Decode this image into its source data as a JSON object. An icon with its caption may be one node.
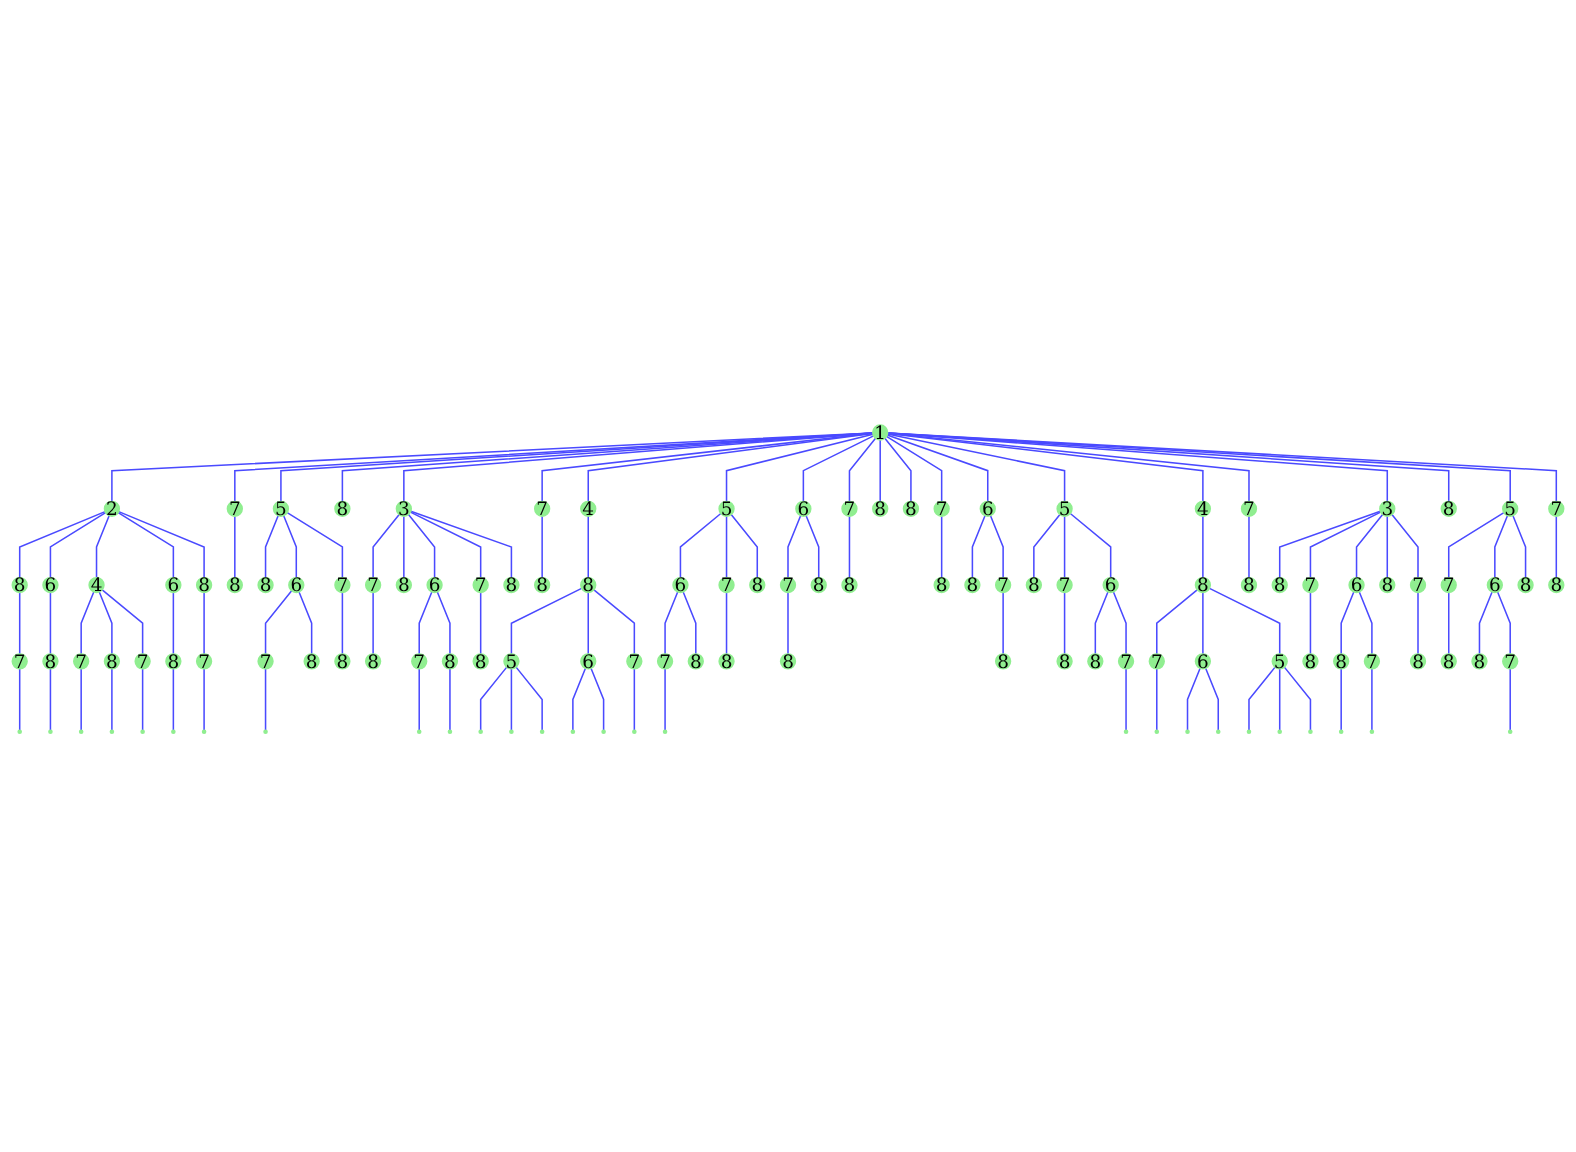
{
  "diagram": {
    "nodes": [
      {
        "text": [
          "1"
        ]
      },
      {
        "text": [
          "2"
        ]
      },
      {
        "text": [
          "8"
        ]
      },
      {
        "text": [
          "7"
        ]
      },
      {
        "text": [],
        "shape": "circle"
      },
      {
        "text": [
          "6"
        ]
      },
      {
        "text": [
          "8"
        ]
      },
      {
        "text": [],
        "shape": "circle"
      },
      {
        "text": [
          "4"
        ]
      },
      {
        "text": [
          "7"
        ]
      },
      {
        "text": [],
        "shape": "circle"
      },
      {
        "text": [
          "8"
        ]
      },
      {
        "text": [],
        "shape": "circle"
      },
      {
        "text": [
          "7"
        ]
      },
      {
        "text": [],
        "shape": "circle"
      },
      {
        "text": [
          "6"
        ]
      },
      {
        "text": [
          "8"
        ]
      },
      {
        "text": [],
        "shape": "circle"
      },
      {
        "text": [
          "8"
        ]
      },
      {
        "text": [
          "7"
        ]
      },
      {
        "text": [],
        "shape": "circle"
      },
      {
        "text": [
          "7"
        ]
      },
      {
        "text": [
          "8"
        ]
      },
      {
        "text": [
          "5"
        ]
      },
      {
        "text": [
          "8"
        ]
      },
      {
        "text": [
          "6"
        ]
      },
      {
        "text": [
          "7"
        ]
      },
      {
        "text": [],
        "shape": "circle"
      },
      {
        "text": [
          "8"
        ]
      },
      {
        "text": [
          "7"
        ]
      },
      {
        "text": [
          "8"
        ]
      },
      {
        "text": [
          "8"
        ]
      },
      {
        "text": [
          "3"
        ]
      },
      {
        "text": [
          "7"
        ]
      },
      {
        "text": [
          "8"
        ]
      },
      {
        "text": [
          "8"
        ]
      },
      {
        "text": [
          "6"
        ]
      },
      {
        "text": [
          "7"
        ]
      },
      {
        "text": [],
        "shape": "circle"
      },
      {
        "text": [
          "8"
        ]
      },
      {
        "text": [],
        "shape": "circle"
      },
      {
        "text": [
          "7"
        ]
      },
      {
        "text": [
          "8"
        ]
      },
      {
        "text": [
          "8"
        ]
      },
      {
        "text": [
          "7"
        ]
      },
      {
        "text": [
          "8"
        ]
      },
      {
        "text": [
          "4"
        ]
      },
      {
        "text": [
          "8"
        ]
      },
      {
        "text": [
          "5"
        ]
      },
      {
        "text": [],
        "shape": "circle"
      },
      {
        "text": [],
        "shape": "circle"
      },
      {
        "text": [],
        "shape": "circle"
      },
      {
        "text": [
          "6"
        ]
      },
      {
        "text": [],
        "shape": "circle"
      },
      {
        "text": [],
        "shape": "circle"
      },
      {
        "text": [
          "7"
        ]
      },
      {
        "text": [],
        "shape": "circle"
      },
      {
        "text": [
          "5"
        ]
      },
      {
        "text": [
          "6"
        ]
      },
      {
        "text": [
          "7"
        ]
      },
      {
        "text": [],
        "shape": "circle"
      },
      {
        "text": [
          "8"
        ]
      },
      {
        "text": [
          "7"
        ]
      },
      {
        "text": [
          "8"
        ]
      },
      {
        "text": [
          "8"
        ]
      },
      {
        "text": [
          "6"
        ]
      },
      {
        "text": [
          "7"
        ]
      },
      {
        "text": [
          "8"
        ]
      },
      {
        "text": [
          "8"
        ]
      },
      {
        "text": [
          "7"
        ]
      },
      {
        "text": [
          "8"
        ]
      },
      {
        "text": [
          "8"
        ]
      },
      {
        "text": [
          "8"
        ]
      },
      {
        "text": [
          "7"
        ]
      },
      {
        "text": [
          "8"
        ]
      },
      {
        "text": [
          "6"
        ]
      },
      {
        "text": [
          "8"
        ]
      },
      {
        "text": [
          "7"
        ]
      },
      {
        "text": [
          "8"
        ]
      },
      {
        "text": [
          "5"
        ]
      },
      {
        "text": [
          "8"
        ]
      },
      {
        "text": [
          "7"
        ]
      },
      {
        "text": [
          "8"
        ]
      },
      {
        "text": [
          "6"
        ]
      },
      {
        "text": [
          "8"
        ]
      },
      {
        "text": [
          "7"
        ]
      },
      {
        "text": [],
        "shape": "circle"
      },
      {
        "text": [
          "4"
        ]
      },
      {
        "text": [
          "8"
        ]
      },
      {
        "text": [
          "7"
        ]
      },
      {
        "text": [],
        "shape": "circle"
      },
      {
        "text": [
          "6"
        ]
      },
      {
        "text": [],
        "shape": "circle"
      },
      {
        "text": [],
        "shape": "circle"
      },
      {
        "text": [
          "5"
        ]
      },
      {
        "text": [],
        "shape": "circle"
      },
      {
        "text": [],
        "shape": "circle"
      },
      {
        "text": [],
        "shape": "circle"
      },
      {
        "text": [
          "7"
        ]
      },
      {
        "text": [
          "8"
        ]
      },
      {
        "text": [
          "3"
        ]
      },
      {
        "text": [
          "8"
        ]
      },
      {
        "text": [
          "7"
        ]
      },
      {
        "text": [
          "8"
        ]
      },
      {
        "text": [
          "6"
        ]
      },
      {
        "text": [
          "8"
        ]
      },
      {
        "text": [],
        "shape": "circle"
      },
      {
        "text": [
          "7"
        ]
      },
      {
        "text": [],
        "shape": "circle"
      },
      {
        "text": [
          "8"
        ]
      },
      {
        "text": [
          "7"
        ]
      },
      {
        "text": [
          "8"
        ]
      },
      {
        "text": [
          "8"
        ]
      },
      {
        "text": [
          "5"
        ]
      },
      {
        "text": [
          "7"
        ]
      },
      {
        "text": [
          "8"
        ]
      },
      {
        "text": [
          "6"
        ]
      },
      {
        "text": [
          "8"
        ]
      },
      {
        "text": [
          "7"
        ]
      },
      {
        "text": [],
        "shape": "circle"
      },
      {
        "text": [
          "8"
        ]
      },
      {
        "text": [
          "7"
        ]
      },
      {
        "text": [
          "8"
        ]
      }
    ],
    "edges": [
      {
        "from": 0,
        "to": 1,
        "arrow": "none"
      },
      {
        "from": 1,
        "to": 2,
        "arrow": "none"
      },
      {
        "from": 2,
        "to": 3,
        "arrow": "none"
      },
      {
        "from": 3,
        "to": 4,
        "arrow": "none"
      },
      {
        "from": 1,
        "to": 5,
        "arrow": "none"
      },
      {
        "from": 5,
        "to": 6,
        "arrow": "none"
      },
      {
        "from": 6,
        "to": 7,
        "arrow": "none"
      },
      {
        "from": 1,
        "to": 8,
        "arrow": "none"
      },
      {
        "from": 8,
        "to": 9,
        "arrow": "none"
      },
      {
        "from": 9,
        "to": 10,
        "arrow": "none"
      },
      {
        "from": 8,
        "to": 11,
        "arrow": "none"
      },
      {
        "from": 11,
        "to": 12,
        "arrow": "none"
      },
      {
        "from": 8,
        "to": 13,
        "arrow": "none"
      },
      {
        "from": 13,
        "to": 14,
        "arrow": "none"
      },
      {
        "from": 1,
        "to": 15,
        "arrow": "none"
      },
      {
        "from": 15,
        "to": 16,
        "arrow": "none"
      },
      {
        "from": 16,
        "to": 17,
        "arrow": "none"
      },
      {
        "from": 1,
        "to": 18,
        "arrow": "none"
      },
      {
        "from": 18,
        "to": 19,
        "arrow": "none"
      },
      {
        "from": 19,
        "to": 20,
        "arrow": "none"
      },
      {
        "from": 0,
        "to": 21,
        "arrow": "none"
      },
      {
        "from": 21,
        "to": 22,
        "arrow": "none"
      },
      {
        "from": 0,
        "to": 23,
        "arrow": "none"
      },
      {
        "from": 23,
        "to": 24,
        "arrow": "none"
      },
      {
        "from": 23,
        "to": 25,
        "arrow": "none"
      },
      {
        "from": 25,
        "to": 26,
        "arrow": "none"
      },
      {
        "from": 26,
        "to": 27,
        "arrow": "none"
      },
      {
        "from": 25,
        "to": 28,
        "arrow": "none"
      },
      {
        "from": 23,
        "to": 29,
        "arrow": "none"
      },
      {
        "from": 29,
        "to": 30,
        "arrow": "none"
      },
      {
        "from": 0,
        "to": 31,
        "arrow": "none"
      },
      {
        "from": 0,
        "to": 32,
        "arrow": "none"
      },
      {
        "from": 32,
        "to": 33,
        "arrow": "none"
      },
      {
        "from": 33,
        "to": 34,
        "arrow": "none"
      },
      {
        "from": 32,
        "to": 35,
        "arrow": "none"
      },
      {
        "from": 32,
        "to": 36,
        "arrow": "none"
      },
      {
        "from": 36,
        "to": 37,
        "arrow": "none"
      },
      {
        "from": 37,
        "to": 38,
        "arrow": "none"
      },
      {
        "from": 36,
        "to": 39,
        "arrow": "none"
      },
      {
        "from": 39,
        "to": 40,
        "arrow": "none"
      },
      {
        "from": 32,
        "to": 41,
        "arrow": "none"
      },
      {
        "from": 41,
        "to": 42,
        "arrow": "none"
      },
      {
        "from": 32,
        "to": 43,
        "arrow": "none"
      },
      {
        "from": 0,
        "to": 44,
        "arrow": "none"
      },
      {
        "from": 44,
        "to": 45,
        "arrow": "none"
      },
      {
        "from": 0,
        "to": 46,
        "arrow": "none"
      },
      {
        "from": 46,
        "to": 47,
        "arrow": "none"
      },
      {
        "from": 47,
        "to": 48,
        "arrow": "none"
      },
      {
        "from": 48,
        "to": 49,
        "arrow": "none"
      },
      {
        "from": 48,
        "to": 50,
        "arrow": "none"
      },
      {
        "from": 48,
        "to": 51,
        "arrow": "none"
      },
      {
        "from": 47,
        "to": 52,
        "arrow": "none"
      },
      {
        "from": 52,
        "to": 53,
        "arrow": "none"
      },
      {
        "from": 52,
        "to": 54,
        "arrow": "none"
      },
      {
        "from": 47,
        "to": 55,
        "arrow": "none"
      },
      {
        "from": 55,
        "to": 56,
        "arrow": "none"
      },
      {
        "from": 0,
        "to": 57,
        "arrow": "none"
      },
      {
        "from": 57,
        "to": 58,
        "arrow": "none"
      },
      {
        "from": 58,
        "to": 59,
        "arrow": "none"
      },
      {
        "from": 59,
        "to": 60,
        "arrow": "none"
      },
      {
        "from": 58,
        "to": 61,
        "arrow": "none"
      },
      {
        "from": 57,
        "to": 62,
        "arrow": "none"
      },
      {
        "from": 62,
        "to": 63,
        "arrow": "none"
      },
      {
        "from": 57,
        "to": 64,
        "arrow": "none"
      },
      {
        "from": 0,
        "to": 65,
        "arrow": "none"
      },
      {
        "from": 65,
        "to": 66,
        "arrow": "none"
      },
      {
        "from": 66,
        "to": 67,
        "arrow": "none"
      },
      {
        "from": 65,
        "to": 68,
        "arrow": "none"
      },
      {
        "from": 0,
        "to": 69,
        "arrow": "none"
      },
      {
        "from": 69,
        "to": 70,
        "arrow": "none"
      },
      {
        "from": 0,
        "to": 71,
        "arrow": "none"
      },
      {
        "from": 0,
        "to": 72,
        "arrow": "none"
      },
      {
        "from": 0,
        "to": 73,
        "arrow": "none"
      },
      {
        "from": 73,
        "to": 74,
        "arrow": "none"
      },
      {
        "from": 0,
        "to": 75,
        "arrow": "none"
      },
      {
        "from": 75,
        "to": 76,
        "arrow": "none"
      },
      {
        "from": 75,
        "to": 77,
        "arrow": "none"
      },
      {
        "from": 77,
        "to": 78,
        "arrow": "none"
      },
      {
        "from": 0,
        "to": 79,
        "arrow": "none"
      },
      {
        "from": 79,
        "to": 80,
        "arrow": "none"
      },
      {
        "from": 79,
        "to": 81,
        "arrow": "none"
      },
      {
        "from": 81,
        "to": 82,
        "arrow": "none"
      },
      {
        "from": 79,
        "to": 83,
        "arrow": "none"
      },
      {
        "from": 83,
        "to": 84,
        "arrow": "none"
      },
      {
        "from": 83,
        "to": 85,
        "arrow": "none"
      },
      {
        "from": 85,
        "to": 86,
        "arrow": "none"
      },
      {
        "from": 0,
        "to": 87,
        "arrow": "none"
      },
      {
        "from": 87,
        "to": 88,
        "arrow": "none"
      },
      {
        "from": 88,
        "to": 89,
        "arrow": "none"
      },
      {
        "from": 89,
        "to": 90,
        "arrow": "none"
      },
      {
        "from": 88,
        "to": 91,
        "arrow": "none"
      },
      {
        "from": 91,
        "to": 92,
        "arrow": "none"
      },
      {
        "from": 91,
        "to": 93,
        "arrow": "none"
      },
      {
        "from": 88,
        "to": 94,
        "arrow": "none"
      },
      {
        "from": 94,
        "to": 95,
        "arrow": "none"
      },
      {
        "from": 94,
        "to": 96,
        "arrow": "none"
      },
      {
        "from": 94,
        "to": 97,
        "arrow": "none"
      },
      {
        "from": 0,
        "to": 98,
        "arrow": "none"
      },
      {
        "from": 98,
        "to": 99,
        "arrow": "none"
      },
      {
        "from": 0,
        "to": 100,
        "arrow": "none"
      },
      {
        "from": 100,
        "to": 101,
        "arrow": "none"
      },
      {
        "from": 100,
        "to": 102,
        "arrow": "none"
      },
      {
        "from": 102,
        "to": 103,
        "arrow": "none"
      },
      {
        "from": 100,
        "to": 104,
        "arrow": "none"
      },
      {
        "from": 104,
        "to": 105,
        "arrow": "none"
      },
      {
        "from": 105,
        "to": 106,
        "arrow": "none"
      },
      {
        "from": 104,
        "to": 107,
        "arrow": "none"
      },
      {
        "from": 107,
        "to": 108,
        "arrow": "none"
      },
      {
        "from": 100,
        "to": 109,
        "arrow": "none"
      },
      {
        "from": 100,
        "to": 110,
        "arrow": "none"
      },
      {
        "from": 110,
        "to": 111,
        "arrow": "none"
      },
      {
        "from": 0,
        "to": 112,
        "arrow": "none"
      },
      {
        "from": 0,
        "to": 113,
        "arrow": "none"
      },
      {
        "from": 113,
        "to": 114,
        "arrow": "none"
      },
      {
        "from": 114,
        "to": 115,
        "arrow": "none"
      },
      {
        "from": 113,
        "to": 116,
        "arrow": "none"
      },
      {
        "from": 116,
        "to": 117,
        "arrow": "none"
      },
      {
        "from": 116,
        "to": 118,
        "arrow": "none"
      },
      {
        "from": 118,
        "to": 119,
        "arrow": "none"
      },
      {
        "from": 113,
        "to": 120,
        "arrow": "none"
      },
      {
        "from": 0,
        "to": 121,
        "arrow": "none"
      },
      {
        "from": 121,
        "to": 122,
        "arrow": "none"
      }
    ]
  }
}
